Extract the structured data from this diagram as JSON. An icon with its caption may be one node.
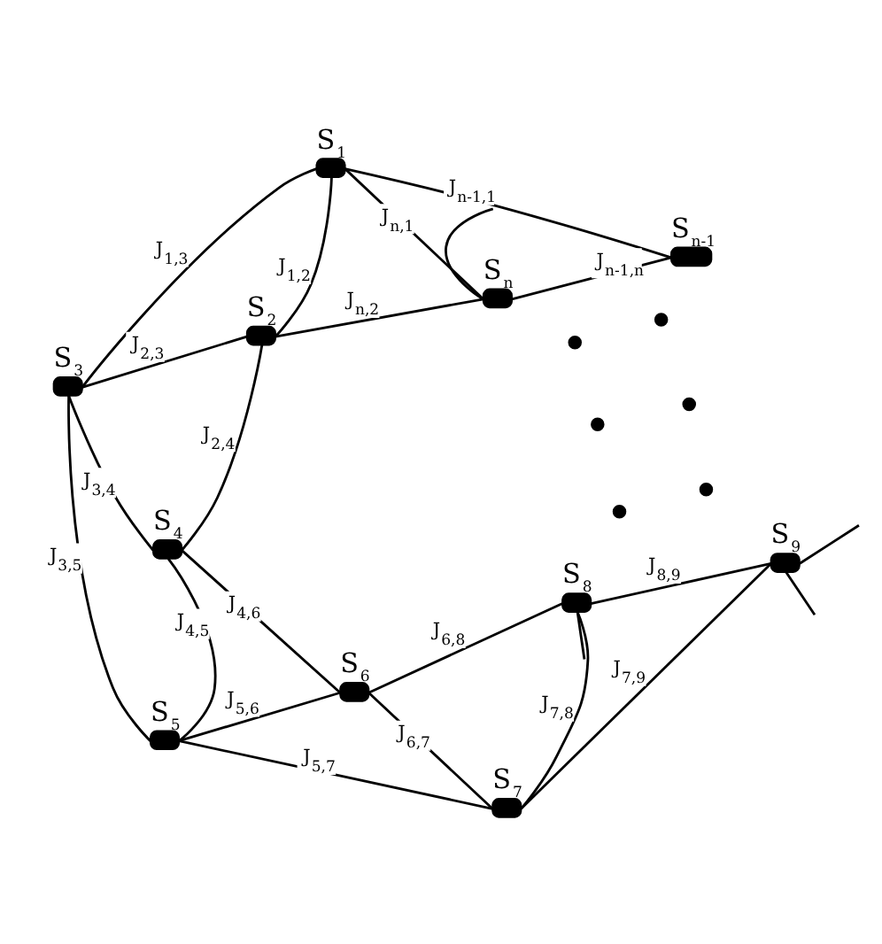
{
  "diagram": {
    "nodes": [
      {
        "text": [
          "S$_{1}$"
        ]
      },
      {
        "text": [
          "S$_{n-1}$"
        ]
      },
      {
        "text": [
          "S$_{n}$"
        ]
      },
      {
        "text": [
          "S$_{2}$"
        ]
      },
      {
        "text": [
          "S$_{3}$"
        ]
      },
      {
        "text": [
          "S$_{4}$"
        ]
      },
      {
        "text": [
          "S$_{6}$"
        ]
      },
      {
        "text": [
          "S$_{5}$"
        ]
      },
      {
        "text": [
          "S$_{8}$"
        ]
      },
      {
        "text": [
          "S$_{9}$"
        ]
      },
      {
        "text": [
          "S$_{7}$"
        ]
      },
      {
        "text": [],
        "shape": "circle"
      },
      {
        "text": [],
        "shape": "circle"
      },
      {
        "text": [],
        "shape": "circle"
      },
      {
        "text": [],
        "shape": "circle"
      },
      {
        "text": [],
        "shape": "circle"
      },
      {
        "text": [],
        "shape": "circle"
      }
    ],
    "edges": [
      {
        "from": 1,
        "to": 0,
        "arrow": "none",
        "label": "J$_{n-1,1}$"
      },
      {
        "from": 0,
        "to": 4,
        "arrow": "none",
        "label": "J$_{1,3}$"
      },
      {
        "from": 0,
        "to": 2,
        "arrow": "none",
        "label": "J$_{n,1}$"
      },
      {
        "from": 0,
        "to": 3,
        "arrow": "none",
        "label": "J$_{1,2}$"
      },
      {
        "from": 1,
        "to": 2,
        "arrow": "none",
        "label": "J$_{n-1,n}$"
      },
      {
        "from": 3,
        "to": 4,
        "arrow": "none",
        "label": "J$_{2,3}$"
      },
      {
        "from": 2,
        "to": 3,
        "arrow": "none",
        "label": "J$_{n,2}$"
      },
      {
        "from": 3,
        "to": 5,
        "arrow": "none",
        "label": "J$_{2,4}$"
      },
      {
        "from": 4,
        "to": 5,
        "arrow": "none",
        "label": "J$_{3,4}$"
      },
      {
        "from": 4,
        "to": 7,
        "arrow": "none",
        "label": "J$_{3,5}$"
      },
      {
        "from": 5,
        "to": 7,
        "arrow": "none",
        "label": "J$_{4,5}$"
      },
      {
        "from": 5,
        "to": 6,
        "arrow": "none",
        "label": "J$_{4,6}$"
      },
      {
        "from": 6,
        "to": 7,
        "arrow": "none",
        "label": "J$_{5,6}$"
      },
      {
        "from": 6,
        "to": 8,
        "arrow": "none",
        "label": "J$_{6,8}$"
      },
      {
        "from": 6,
        "to": 10,
        "arrow": "none",
        "label": "J$_{6,7}$"
      },
      {
        "from": 7,
        "to": 10,
        "arrow": "none",
        "label": "J$_{5,7}$"
      },
      {
        "from": 9,
        "to": 8,
        "arrow": "none",
        "label": "J$_{8,9}$"
      },
      {
        "from": 8,
        "to": 10,
        "arrow": "none",
        "label": "J$_{7,8}$"
      },
      {
        "from": 9,
        "to": 10,
        "arrow": "none",
        "label": "J$_{7,9}$"
      },
      {
        "from": 2,
        "to": null,
        "arrow": "none"
      },
      {
        "from": 8,
        "to": null,
        "arrow": "none"
      },
      {
        "from": 9,
        "to": null,
        "arrow": "none"
      },
      {
        "from": 9,
        "to": null,
        "arrow": "none"
      }
    ]
  }
}
